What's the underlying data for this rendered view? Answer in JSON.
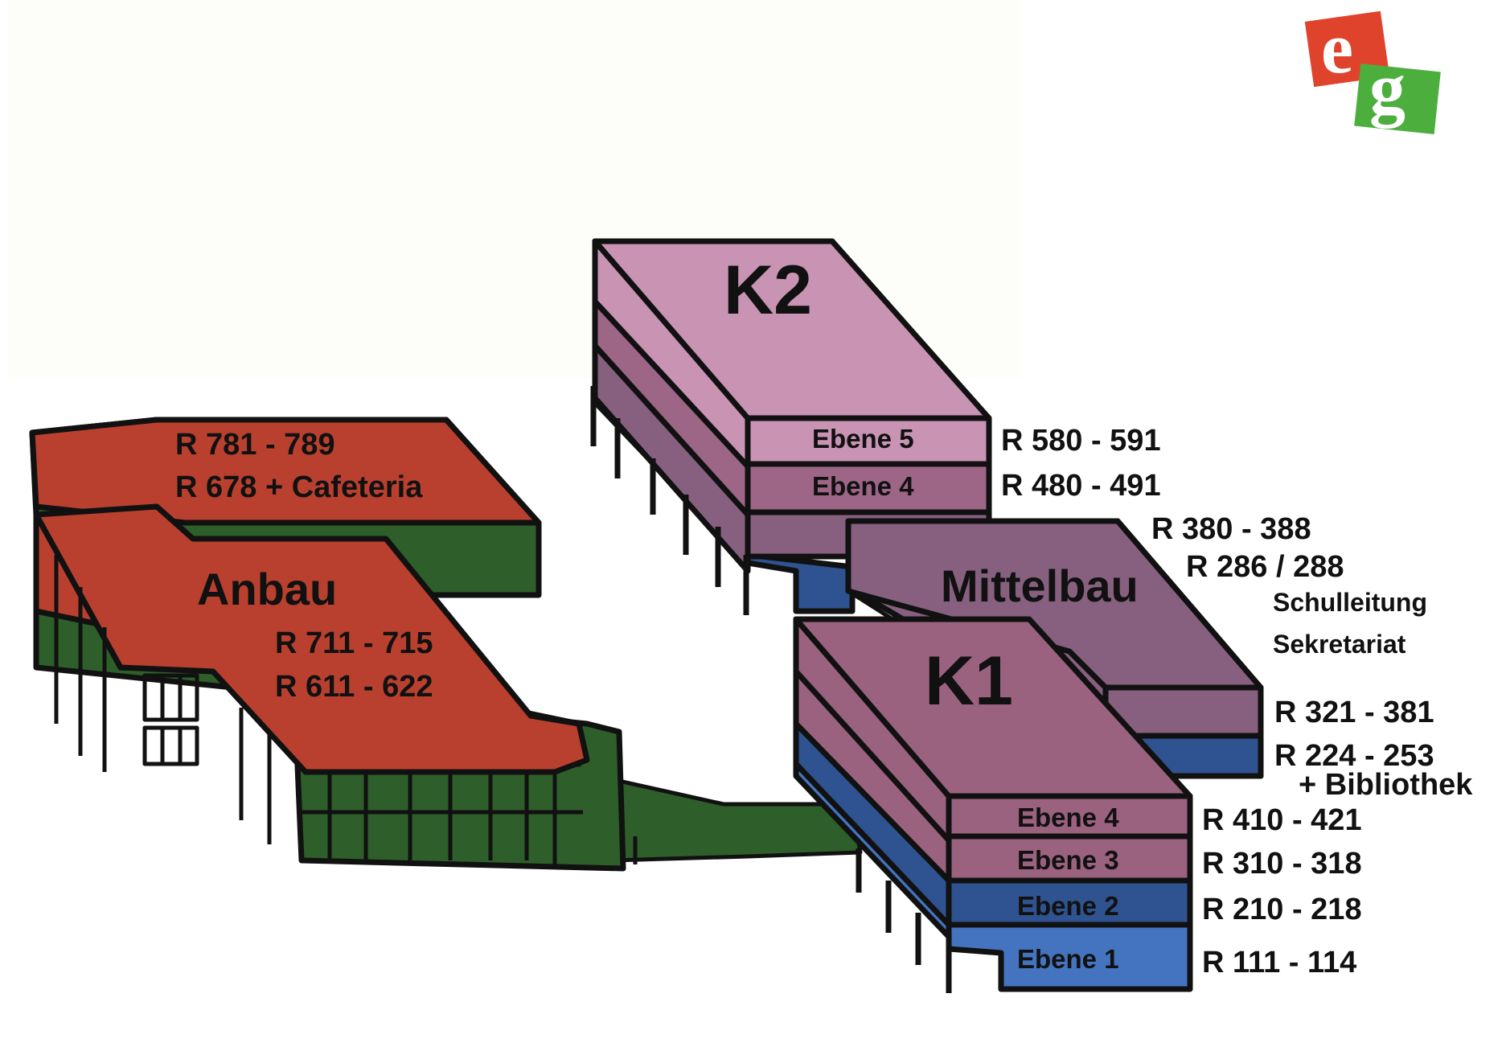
{
  "colors": {
    "anbau_red": "#b9402e",
    "anbau_green": "#2e5e2a",
    "k2_top": "#c993b3",
    "k2_mid": "#9d6687",
    "k2_low": "#87607f",
    "mittelbau": "#87607f",
    "k1_top": "#9b6280",
    "level_blue_dark": "#2f5390",
    "level_blue_light": "#4474c0",
    "logo_red": "#e0432c",
    "logo_green": "#4caf3d"
  },
  "buildings": {
    "anbau": {
      "name": "Anbau",
      "rooms_upper_1": "R 781 - 789",
      "rooms_upper_2": "R 678  +  Cafeteria",
      "rooms_lower_1": "R 711 - 715",
      "rooms_lower_2": "R 611 - 622"
    },
    "k2": {
      "name": "K2",
      "levels": [
        {
          "label": "Ebene 5",
          "rooms": "R 580 - 591"
        },
        {
          "label": "Ebene 4",
          "rooms": "R 480 - 491"
        }
      ]
    },
    "mittelbau": {
      "name": "Mittelbau",
      "rooms_1": "R 380 - 388",
      "rooms_2": "R 286 / 288",
      "office_1": "Schulleitung",
      "office_2": "Sekretariat",
      "rooms_3": "R 321 - 381",
      "rooms_4": "R 224 - 253",
      "rooms_5": "+ Bibliothek"
    },
    "k1": {
      "name": "K1",
      "levels": [
        {
          "label": "Ebene 4",
          "rooms": "R 410 - 421"
        },
        {
          "label": "Ebene 3",
          "rooms": "R 310 - 318"
        },
        {
          "label": "Ebene 2",
          "rooms": "R 210 - 218"
        },
        {
          "label": "Ebene 1",
          "rooms": "R  111 - 114"
        }
      ]
    }
  },
  "logo": {
    "letter_1": "e",
    "letter_2": "g"
  }
}
